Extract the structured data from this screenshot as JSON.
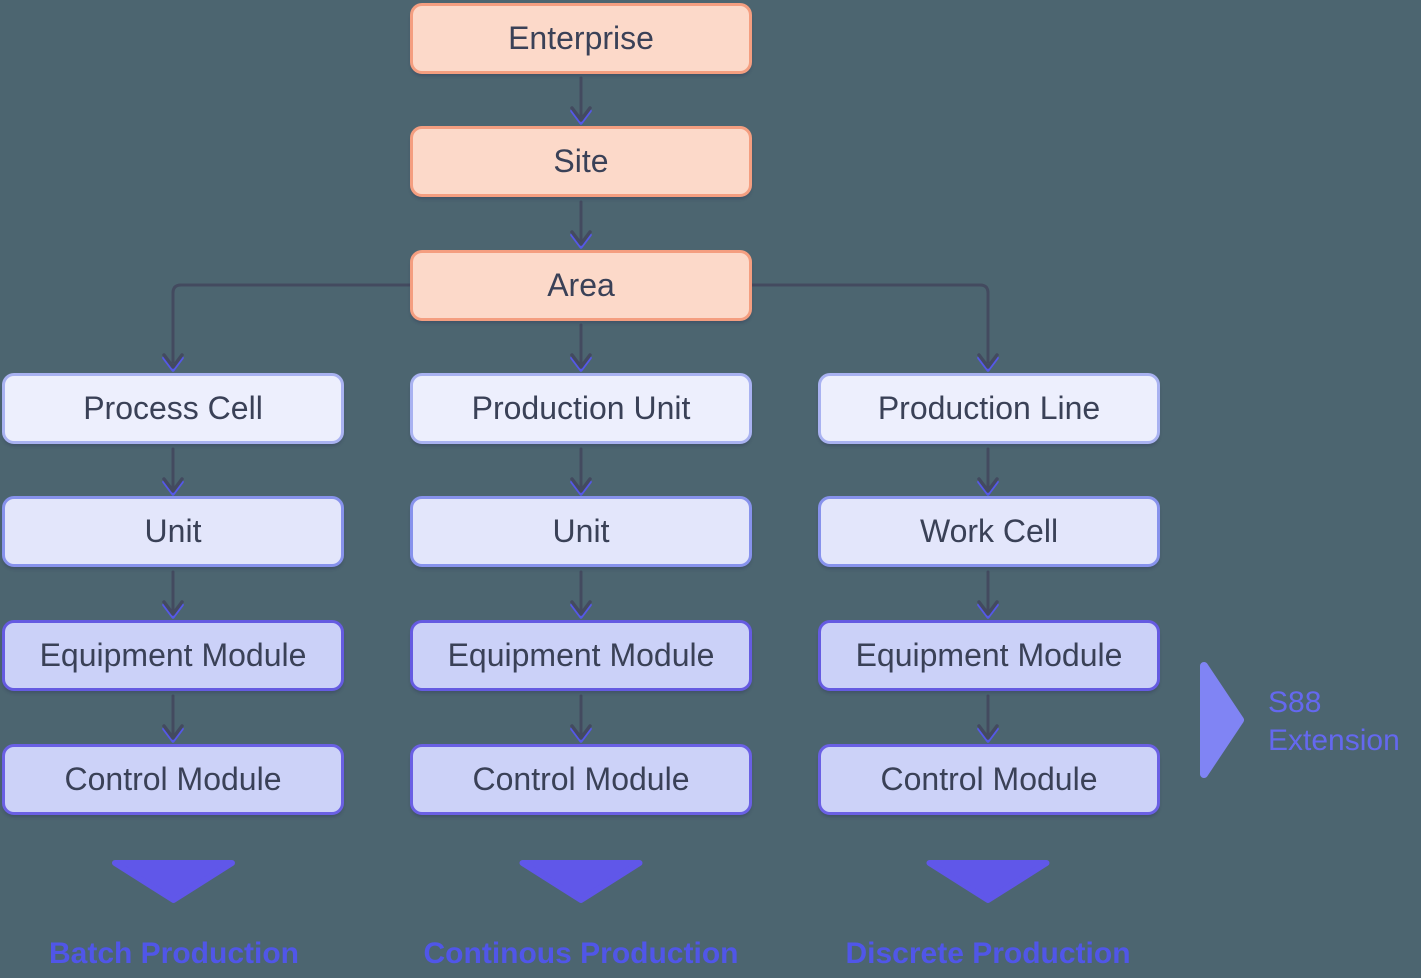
{
  "colors": {
    "background": "#4C6570",
    "peach_fill": "#FCD9C9",
    "peach_border": "#F49E80",
    "node_text": "#3A4157",
    "tier1_fill": "#EDEFFD",
    "tier1_border": "#A9B2F1",
    "tier2_fill": "#E3E6FB",
    "tier2_border": "#8792EC",
    "tier3_fill": "#CBD1F8",
    "tier3_border": "#655BE1",
    "tier4_fill": "#CCD2F8",
    "tier4_border": "#6A60E4",
    "arrow": "#434A5F",
    "arrow_accent": "#5558E8",
    "marker": "#6057E9",
    "footer_text": "#5056E8",
    "annotation": "#8084F4",
    "annotation_text": "#6468EF"
  },
  "top_chain": [
    {
      "label": "Enterprise"
    },
    {
      "label": "Site"
    },
    {
      "label": "Area"
    }
  ],
  "columns": [
    {
      "nodes": [
        {
          "label": "Process Cell"
        },
        {
          "label": "Unit"
        },
        {
          "label": "Equipment Module"
        },
        {
          "label": "Control Module"
        }
      ],
      "footer": "Batch Production"
    },
    {
      "nodes": [
        {
          "label": "Production Unit"
        },
        {
          "label": "Unit"
        },
        {
          "label": "Equipment Module"
        },
        {
          "label": "Control Module"
        }
      ],
      "footer": "Continous Production"
    },
    {
      "nodes": [
        {
          "label": "Production Line"
        },
        {
          "label": "Work Cell"
        },
        {
          "label": "Equipment Module"
        },
        {
          "label": "Control Module"
        }
      ],
      "footer": "Discrete Production"
    }
  ],
  "annotation": {
    "line1": "S88",
    "line2": "Extension"
  }
}
